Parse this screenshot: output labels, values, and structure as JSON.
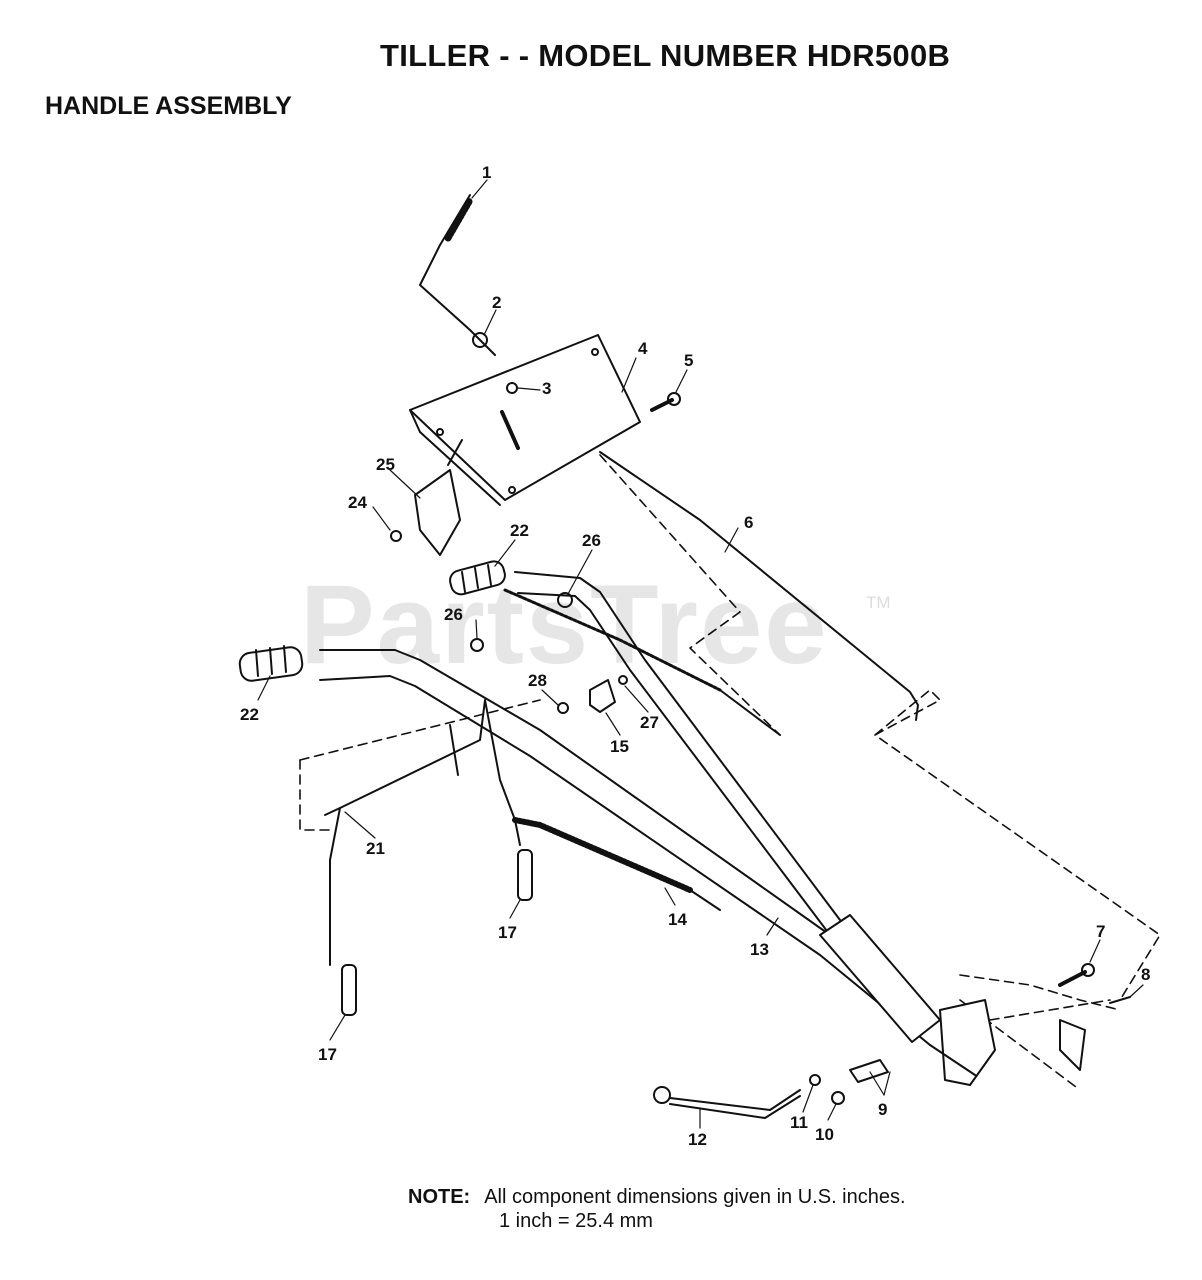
{
  "header": {
    "title": "TILLER - - MODEL NUMBER HDR500B",
    "subtitle": "HANDLE ASSEMBLY"
  },
  "watermark": {
    "text": "PartsTree",
    "trademark": "TM"
  },
  "callouts": [
    {
      "id": "1",
      "label": "1"
    },
    {
      "id": "2",
      "label": "2"
    },
    {
      "id": "3",
      "label": "3"
    },
    {
      "id": "4",
      "label": "4"
    },
    {
      "id": "5",
      "label": "5"
    },
    {
      "id": "6",
      "label": "6"
    },
    {
      "id": "7",
      "label": "7"
    },
    {
      "id": "8",
      "label": "8"
    },
    {
      "id": "9",
      "label": "9"
    },
    {
      "id": "10",
      "label": "10"
    },
    {
      "id": "11",
      "label": "11"
    },
    {
      "id": "12",
      "label": "12"
    },
    {
      "id": "13",
      "label": "13"
    },
    {
      "id": "14",
      "label": "14"
    },
    {
      "id": "15",
      "label": "15"
    },
    {
      "id": "17a",
      "label": "17"
    },
    {
      "id": "17b",
      "label": "17"
    },
    {
      "id": "21",
      "label": "21"
    },
    {
      "id": "22a",
      "label": "22"
    },
    {
      "id": "22b",
      "label": "22"
    },
    {
      "id": "24",
      "label": "24"
    },
    {
      "id": "25",
      "label": "25"
    },
    {
      "id": "26a",
      "label": "26"
    },
    {
      "id": "26b",
      "label": "26"
    },
    {
      "id": "27",
      "label": "27"
    },
    {
      "id": "28",
      "label": "28"
    }
  ],
  "note": {
    "label": "NOTE:",
    "line1": "All component dimensions given in U.S. inches.",
    "line2": "1 inch = 25.4 mm"
  },
  "colors": {
    "ink": "#111111",
    "watermark": "#e6e6e6",
    "background": "#ffffff"
  }
}
